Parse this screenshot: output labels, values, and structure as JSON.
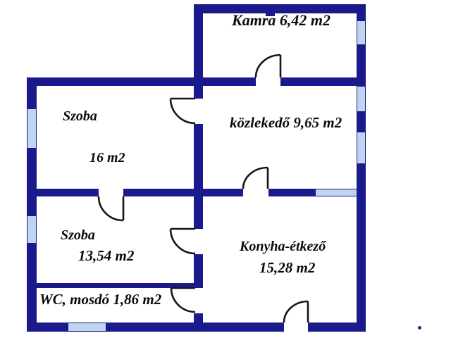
{
  "floorplan": {
    "rooms": [
      {
        "key": "kamra",
        "label": "Kamra 6,42 m2"
      },
      {
        "key": "szoba-16",
        "label": "Szoba",
        "area": "16 m2"
      },
      {
        "key": "kozlekedo",
        "label": "közlekedő 9,65 m2"
      },
      {
        "key": "szoba-13",
        "label": "Szoba",
        "area": "13,54 m2"
      },
      {
        "key": "konyha-etkezo",
        "label": "Konyha-étkező",
        "area": "15,28 m2"
      },
      {
        "key": "wc-mosdo",
        "label": "WC, mosdó 1,86 m2"
      }
    ],
    "colors": {
      "wall": "#1a1a8c",
      "window": "#bfd4ee",
      "door": "#161616",
      "background": "#ffffff",
      "text": "#0b0b0b"
    }
  }
}
